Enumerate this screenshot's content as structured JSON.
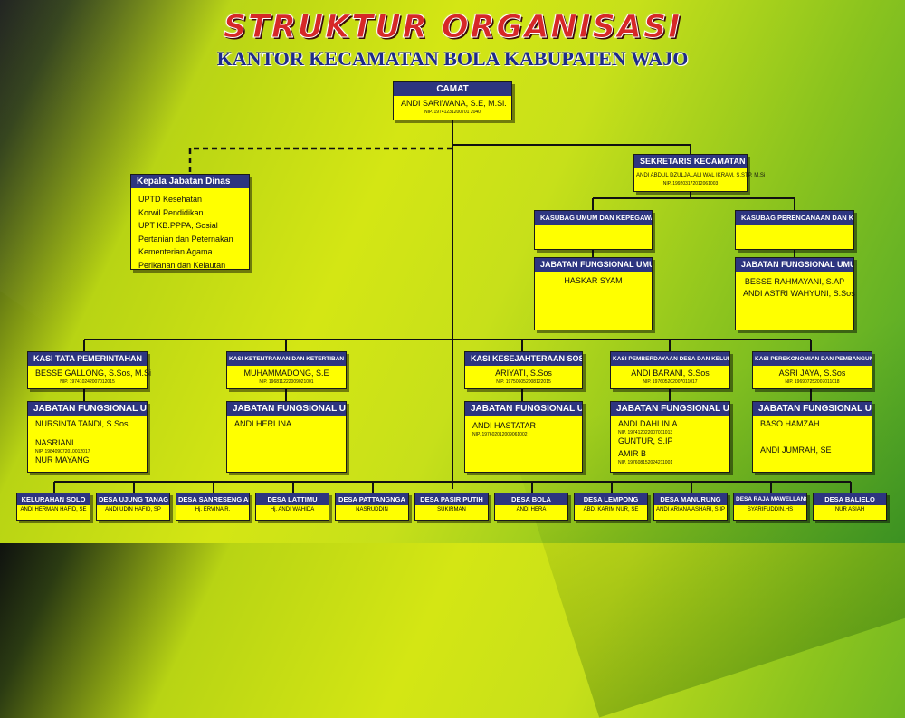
{
  "title": "STRUKTUR ORGANISASI",
  "subtitle": "KANTOR KECAMATAN BOLA KABUPATEN WAJO",
  "colors": {
    "header": "#2d3580",
    "box": "#ffff00",
    "title_red": "#d62828",
    "subtitle_blue": "#1e2a8a"
  },
  "camat": {
    "title": "CAMAT",
    "name": "ANDI SARIWANA, S.E, M.Si.",
    "nip": "NIP. 19741231200701 2040"
  },
  "sekretaris": {
    "title": "SEKRETARIS KECAMATAN",
    "name": "ANDI ABDUL DZULJALALI WAL IKRAM, S.STP, M.Si",
    "nip": "NIP. 199203172012061003"
  },
  "dinas": {
    "title": "Kepala Jabatan Dinas",
    "items": [
      "UPTD Kesehatan",
      "Korwil Pendidikan",
      "UPT KB.PPPA, Sosial",
      "Pertanian dan Peternakan",
      "Kementerian Agama",
      "Perikanan dan Kelautan"
    ]
  },
  "kasubag_umum": {
    "title": "KASUBAG UMUM DAN KEPEGAWAIAN"
  },
  "kasubag_perencanaan": {
    "title": "KASUBAG PERENCANAAN DAN KEUANGAN"
  },
  "jf_umum": {
    "title": "JABATAN FUNGSIONAL UMUM",
    "name1": "HASKAR SYAM"
  },
  "jf_perencanaan": {
    "title": "JABATAN FUNGSIONAL UMUM",
    "name1": "BESSE RAHMAYANI, S.AP",
    "name2": "ANDI ASTRI WAHYUNI, S.Sos"
  },
  "kasi": [
    {
      "title": "KASI TATA PEMERINTAHAN",
      "name": "BESSE GALLONG, S.Sos, M.Si",
      "nip": "NIP. 197410242007012015"
    },
    {
      "title": "KASI KETENTRAMAN DAN KETERTIBAN UMUM",
      "name": "MUHAMMADONG, S.E",
      "nip": "NIP. 196811222009021001"
    },
    {
      "title": "KASI KESEJAHTERAAN SOSIAL",
      "name": "ARIYATI, S.Sos",
      "nip": "NIP. 197506052008122015"
    },
    {
      "title": "KASI PEMBERDAYAAN DESA DAN KELURAHAN",
      "name": "ANDI BARANI, S.Sos",
      "nip": "NIP. 197605202007011017"
    },
    {
      "title": "KASI PEREKONOMIAN DAN PEMBANGUNAN",
      "name": "ASRI JAYA, S.Sos",
      "nip": "NIP. 196907252007011018"
    }
  ],
  "jf": [
    {
      "title": "JABATAN FUNGSIONAL UMUM",
      "n1": "NURSINTA TANDI, S.Sos",
      "n2": "NASRIANI",
      "nip2": "NIP. 198409072010012017",
      "n3": "NUR MAYANG"
    },
    {
      "title": "JABATAN FUNGSIONAL UMUM",
      "n1": "ANDI HERLINA"
    },
    {
      "title": "JABATAN FUNGSIONAL UMUM",
      "n1": "ANDI HASTATAR",
      "nip1": "NIP. 197602012009061002"
    },
    {
      "title": "JABATAN FUNGSIONAL UMUM",
      "n1": "ANDI DAHLIN.A",
      "nip1": "NIP. 197412022007011013",
      "n2": "GUNTUR, S.IP",
      "n3": "AMIR B",
      "nip3": "NIP. 197608152024211001"
    },
    {
      "title": "JABATAN FUNGSIONAL UMUM",
      "n1": "BASO HAMZAH",
      "n2": "ANDI JUMRAH, SE"
    }
  ],
  "villages": [
    {
      "title": "KELURAHAN SOLO",
      "name": "ANDI HERMAN HAFID, SE"
    },
    {
      "title": "DESA UJUNG TANAG",
      "name": "ANDI UDIN HAFID, SP"
    },
    {
      "title": "DESA SANRESENG ADE",
      "name": "Hj. ERVINA R."
    },
    {
      "title": "DESA LATTIMU",
      "name": "Hj. ANDI WAHIDA"
    },
    {
      "title": "DESA PATTANGNGA",
      "name": "NASRUDDIN"
    },
    {
      "title": "DESA PASIR PUTIH",
      "name": "SUKIRMAN"
    },
    {
      "title": "DESA BOLA",
      "name": "ANDI HERA"
    },
    {
      "title": "DESA LEMPONG",
      "name": "ABD. KARIM NUR, SE"
    },
    {
      "title": "DESA MANURUNG",
      "name": "ANDI ARIANA ASHARI, S.IP"
    },
    {
      "title": "DESA RAJA MAWELLANG",
      "name": "SYARIFUDDIN.HS"
    },
    {
      "title": "DESA BALIELO",
      "name": "NUR ASIAH"
    }
  ]
}
